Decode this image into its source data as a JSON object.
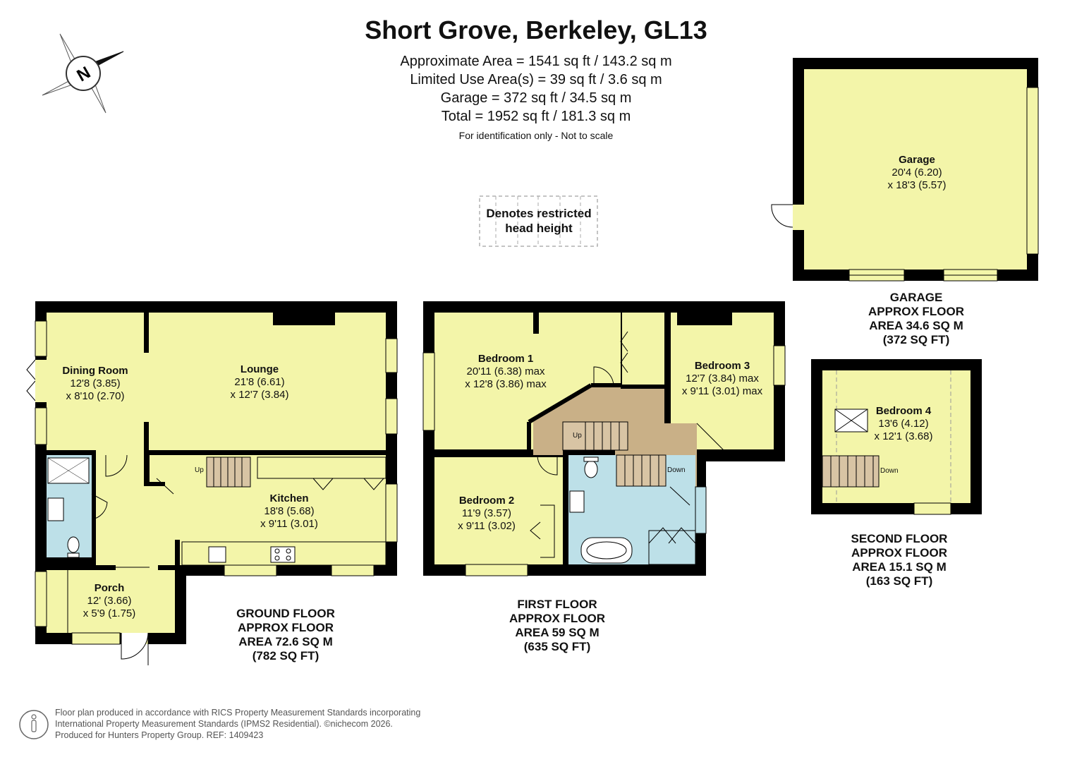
{
  "header": {
    "title": "Short Grove, Berkeley, GL13",
    "area_lines": [
      "Approximate Area = 1541 sq ft / 143.2 sq m",
      "Limited Use Area(s) = 39 sq ft / 3.6 sq m",
      "Garage = 372 sq ft / 34.5 sq m",
      "Total = 1952  sq ft / 181.3 sq m"
    ],
    "note": "For identification only - Not to scale"
  },
  "legend": {
    "restricted_line1": "Denotes restricted",
    "restricted_line2": "head height"
  },
  "compass": {
    "label": "N"
  },
  "colors": {
    "room_fill": "#f3f5a9",
    "bath_fill": "#bde0e8",
    "landing_fill": "#c9b087",
    "stair_fill": "#d8c4a4",
    "wall": "#000000"
  },
  "rooms": {
    "garage": {
      "name": "Garage",
      "dim1": "20'4 (6.20)",
      "dim2": "x 18'3 (5.57)"
    },
    "dining": {
      "name": "Dining Room",
      "dim1": "12'8 (3.85)",
      "dim2": "x 8'10 (2.70)"
    },
    "lounge": {
      "name": "Lounge",
      "dim1": "21'8 (6.61)",
      "dim2": "x 12'7 (3.84)"
    },
    "kitchen": {
      "name": "Kitchen",
      "dim1": "18'8 (5.68)",
      "dim2": "x 9'11 (3.01)"
    },
    "porch": {
      "name": "Porch",
      "dim1": "12' (3.66)",
      "dim2": "x 5'9 (1.75)"
    },
    "bedroom1": {
      "name": "Bedroom 1",
      "dim1": "20'11 (6.38) max",
      "dim2": "x 12'8 (3.86) max"
    },
    "bedroom2": {
      "name": "Bedroom 2",
      "dim1": "11'9 (3.57)",
      "dim2": "x 9'11 (3.02)"
    },
    "bedroom3": {
      "name": "Bedroom 3",
      "dim1": "12'7 (3.84) max",
      "dim2": "x 9'11 (3.01) max"
    },
    "bedroom4": {
      "name": "Bedroom 4",
      "dim1": "13'6 (4.12)",
      "dim2": "x 12'1 (3.68)"
    }
  },
  "stairs": {
    "up": "Up",
    "down": "Down"
  },
  "floors": {
    "ground": [
      "GROUND FLOOR",
      "APPROX FLOOR",
      "AREA 72.6 SQ M",
      "(782 SQ FT)"
    ],
    "first": [
      "FIRST FLOOR",
      "APPROX FLOOR",
      "AREA 59 SQ M",
      "(635  SQ FT)"
    ],
    "second": [
      "SECOND FLOOR",
      "APPROX FLOOR",
      "AREA 15.1 SQ M",
      "(163  SQ FT)"
    ],
    "garage": [
      "GARAGE",
      "APPROX FLOOR",
      "AREA 34.6 SQ M",
      "(372 SQ FT)"
    ]
  },
  "footer": {
    "line1": "Floor plan produced in accordance with RICS Property Measurement Standards incorporating",
    "line2": "International Property Measurement Standards (IPMS2 Residential).  ©nichecom 2026.",
    "line3": "Produced for Hunters Property Group. REF: 1409423"
  }
}
